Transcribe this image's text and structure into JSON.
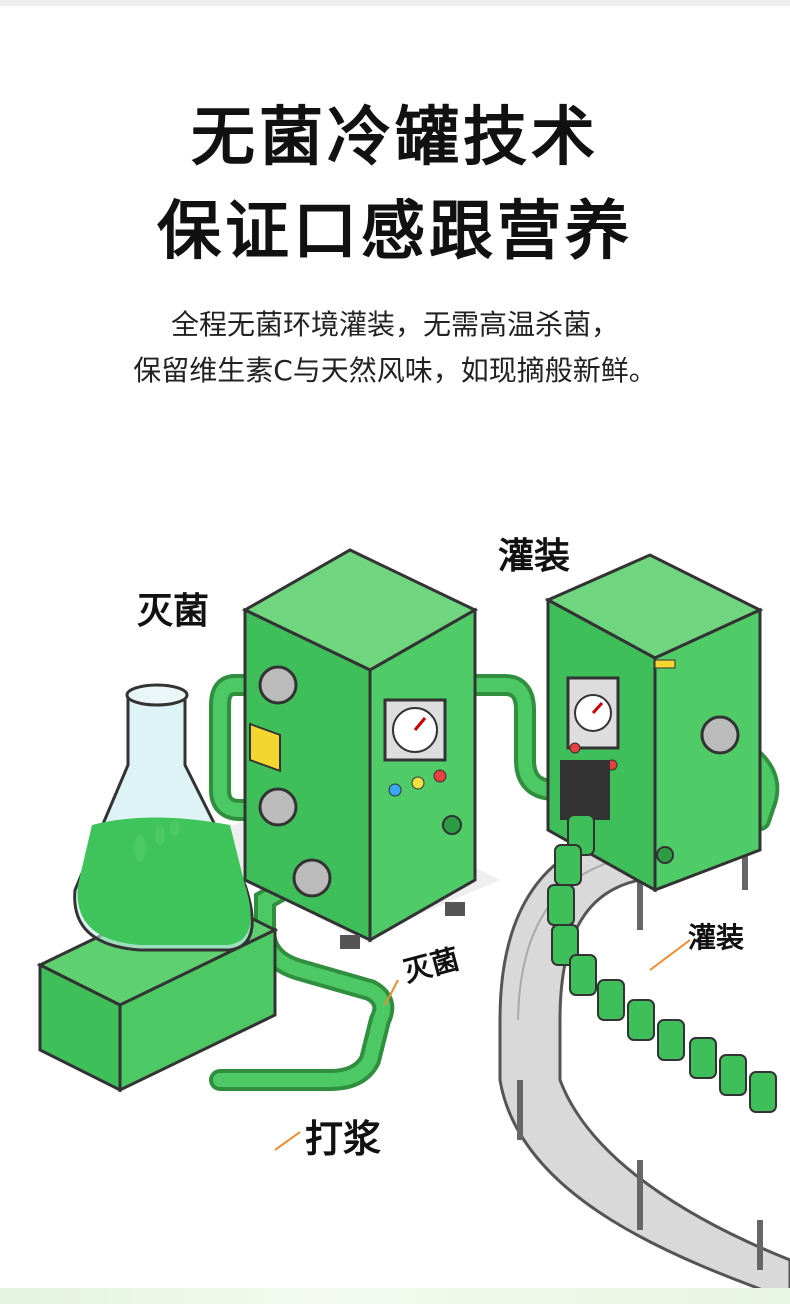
{
  "header": {
    "title_line1": "无菌冷罐技术",
    "title_line2": "保证口感跟营养"
  },
  "description": {
    "line1": "全程无菌环境灌装，无需高温杀菌，",
    "line2": "保留维生素C与天然风味，如现摘般新鲜。"
  },
  "illustration": {
    "label_sterilize_top": "灭菌",
    "label_filling_top": "灌装",
    "label_sterilize_pipe": "灭菌",
    "label_filling_cans": "灌装",
    "label_pulping": "打浆"
  },
  "colors": {
    "machine_green": "#3fbf5a",
    "machine_dark": "#2e9c45",
    "liquid_green": "#4cc964",
    "leader_orange": "#f08a2a"
  }
}
